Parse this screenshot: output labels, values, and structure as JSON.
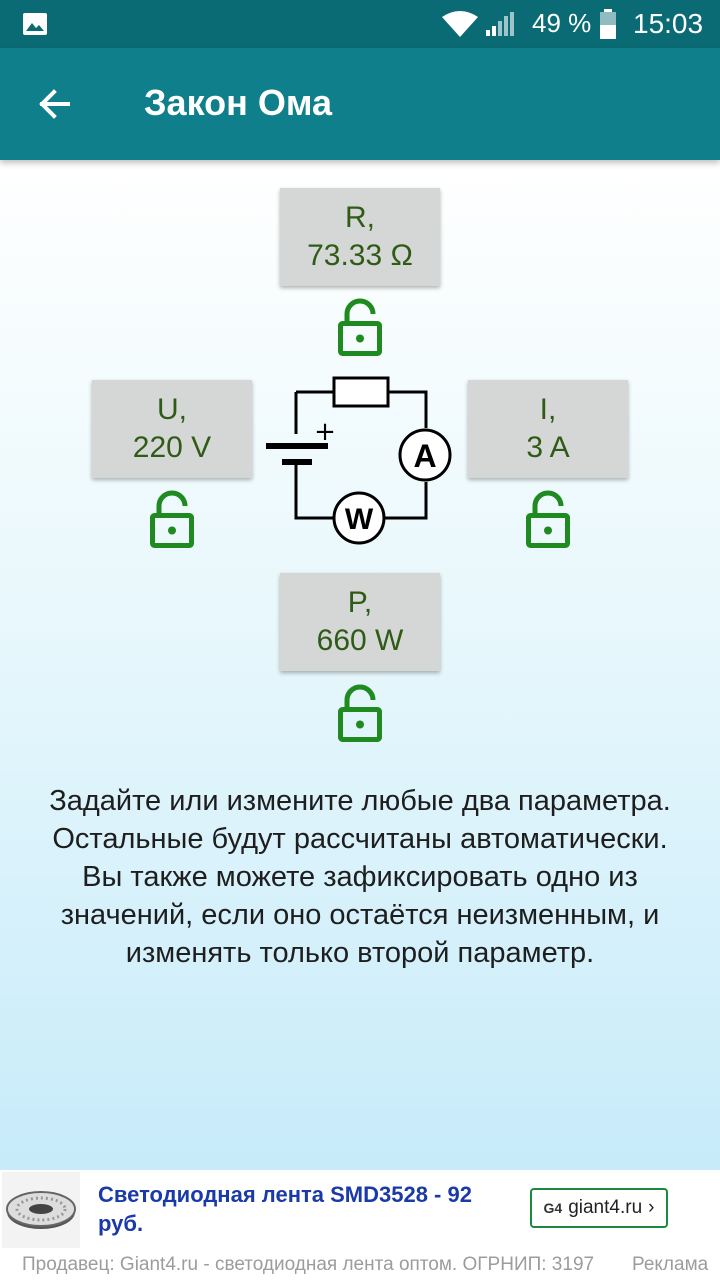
{
  "status_bar": {
    "battery_percent": "49 %",
    "time": "15:03"
  },
  "app_bar": {
    "title": "Закон Ома"
  },
  "params": {
    "resistance": {
      "label": "R,",
      "value": "73.33 Ω",
      "locked": false
    },
    "voltage": {
      "label": "U,",
      "value": "220 V",
      "locked": false
    },
    "current": {
      "label": "I,",
      "value": "3 A",
      "locked": false
    },
    "power": {
      "label": "P,",
      "value": "660 W",
      "locked": false
    }
  },
  "circuit": {
    "ammeter_symbol": "A",
    "wattmeter_symbol": "W",
    "plus_sign": "+"
  },
  "description": "Задайте или измените любые два параметра. Остальные будут рассчитаны автоматически. Вы также можете зафиксировать одно из значений, если оно остаётся неизменным, и изменять только второй параметр.",
  "ad": {
    "headline": "Светодиодная лента SMD3528 - 92 руб.",
    "cta_badge": "G4",
    "cta_label": "giant4.ru",
    "seller": "Продавец: Giant4.ru - светодиодная лента оптом. ОГРНИП: 3197",
    "ad_label": "Реклама"
  },
  "colors": {
    "status_bar": "#0a6b75",
    "app_bar": "#0f7f8c",
    "param_text": "#2f5b16",
    "lock": "#1f8a1f",
    "ad_headline": "#1a3aa8"
  }
}
